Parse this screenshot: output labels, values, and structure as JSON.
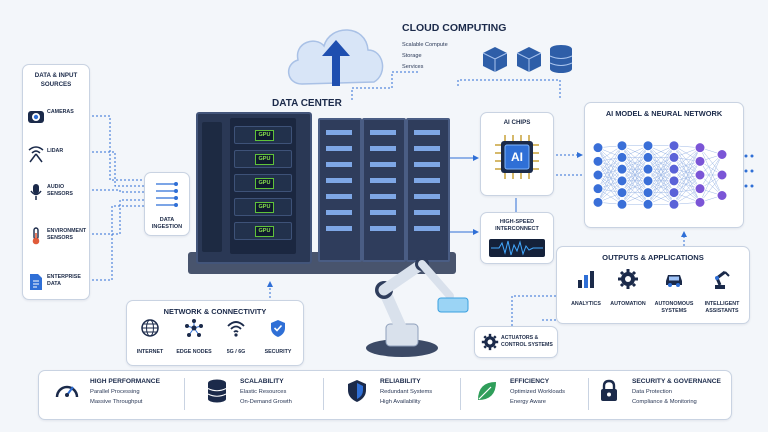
{
  "cloud": {
    "title": "CLOUD COMPUTING",
    "lines": [
      "Scalable Compute",
      "Storage",
      "Services"
    ],
    "icon": "cloud-upload-icon"
  },
  "data_center": {
    "title": "DATA CENTER",
    "gpu_label": "GPU",
    "gpu_count": 5
  },
  "sources": {
    "title_line1": "DATA & INPUT",
    "title_line2": "SOURCES",
    "items": [
      {
        "label_line1": "CAMERAS",
        "label_line2": "",
        "icon": "camera-icon"
      },
      {
        "label_line1": "LIDAR",
        "label_line2": "",
        "icon": "lidar-icon"
      },
      {
        "label_line1": "AUDIO",
        "label_line2": "SENSORS",
        "icon": "microphone-icon"
      },
      {
        "label_line1": "ENVIRONMENT",
        "label_line2": "SENSORS",
        "icon": "thermometer-icon"
      },
      {
        "label_line1": "ENTERPRISE",
        "label_line2": "DATA",
        "icon": "document-icon"
      }
    ]
  },
  "ingestion": {
    "line1": "DATA",
    "line2": "INGESTION"
  },
  "ai_chips": {
    "title": "AI CHIPS",
    "chip_text": "AI"
  },
  "interconnect": {
    "line1": "HIGH-SPEED",
    "line2": "INTERCONNECT"
  },
  "neural": {
    "title": "AI MODEL & NEURAL NETWORK"
  },
  "outputs": {
    "title": "OUTPUTS & APPLICATIONS",
    "items": [
      {
        "line1": "ANALYTICS",
        "line2": "",
        "icon": "bar-chart-icon"
      },
      {
        "line1": "AUTOMATION",
        "line2": "",
        "icon": "gear-icon"
      },
      {
        "line1": "AUTONOMOUS",
        "line2": "SYSTEMS",
        "icon": "car-icon"
      },
      {
        "line1": "INTELLIGENT",
        "line2": "ASSISTANTS",
        "icon": "robot-arm-icon"
      }
    ]
  },
  "network": {
    "title": "NETWORK & CONNECTIVITY",
    "items": [
      {
        "label": "INTERNET",
        "icon": "globe-icon"
      },
      {
        "label": "EDGE NODES",
        "icon": "nodes-icon"
      },
      {
        "label": "5G / 6G",
        "icon": "wifi-icon"
      },
      {
        "label": "SECURITY",
        "icon": "shield-check-icon"
      }
    ]
  },
  "actuators": {
    "line1": "ACTUATORS &",
    "line2": "CONTROL SYSTEMS",
    "icon": "gear-icon"
  },
  "features": [
    {
      "title": "HIGH PERFORMANCE",
      "line1": "Parallel Processing",
      "line2": "Massive Throughput",
      "icon": "speedometer-icon"
    },
    {
      "title": "SCALABILITY",
      "line1": "Elastic Resources",
      "line2": "On-Demand Growth",
      "icon": "database-icon"
    },
    {
      "title": "RELIABILITY",
      "line1": "Redundant Systems",
      "line2": "High Availability",
      "icon": "shield-icon"
    },
    {
      "title": "EFFICIENCY",
      "line1": "Optimized Workloads",
      "line2": "Energy Aware",
      "icon": "leaf-icon"
    },
    {
      "title": "SECURITY & GOVERNANCE",
      "line1": "Data Protection",
      "line2": "Compliance & Monitoring",
      "icon": "lock-icon"
    }
  ],
  "colors": {
    "accent": "#2f6fd6",
    "navy": "#1b2a4a",
    "gpu_green": "#7fd34a",
    "node_blue": "#3a6fd8",
    "node_purple": "#7b55d6"
  }
}
